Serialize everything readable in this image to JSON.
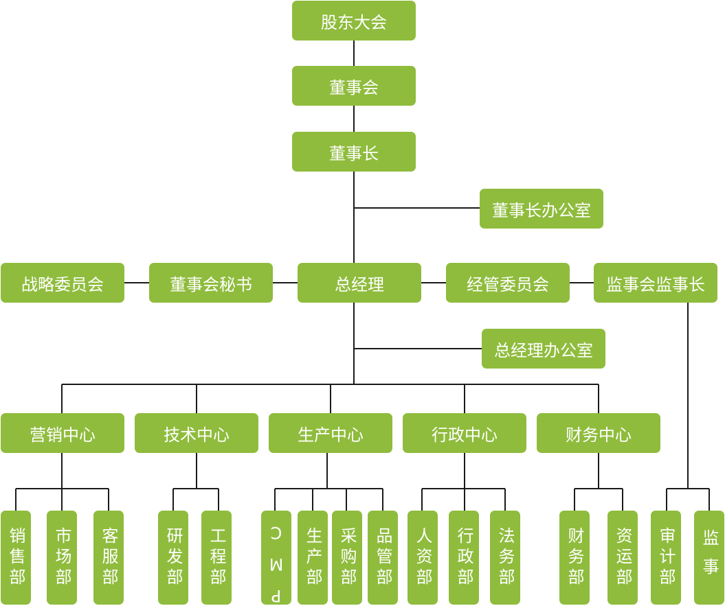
{
  "nodes": {
    "shareholders": "股东大会",
    "board": "董事会",
    "chairman": "董事长",
    "chairman_office": "董事长办公室",
    "strategy_committee": "战略委员会",
    "board_secretary": "董事会秘书",
    "general_manager": "总经理",
    "management_committee": "经管委员会",
    "supervisory_chairman": "监事会监事长",
    "gm_office": "总经理办公室",
    "marketing_center": "营销中心",
    "tech_center": "技术中心",
    "production_center": "生产中心",
    "admin_center": "行政中心",
    "finance_center": "财务中心"
  },
  "departments": {
    "sales": "销售部",
    "market": "市场部",
    "service": "客服部",
    "rnd": "研发部",
    "engineering": "工程部",
    "pmc": "PMC",
    "production": "生产部",
    "purchasing": "采购部",
    "quality": "品管部",
    "hr": "人资部",
    "admin": "行政部",
    "legal": "法务部",
    "finance": "财务部",
    "capital": "资运部",
    "audit": "审计部",
    "supervisor": "监事"
  },
  "colors": {
    "box": "#8fbc3d",
    "line": "#1a1a1a",
    "text": "#ffffff"
  }
}
